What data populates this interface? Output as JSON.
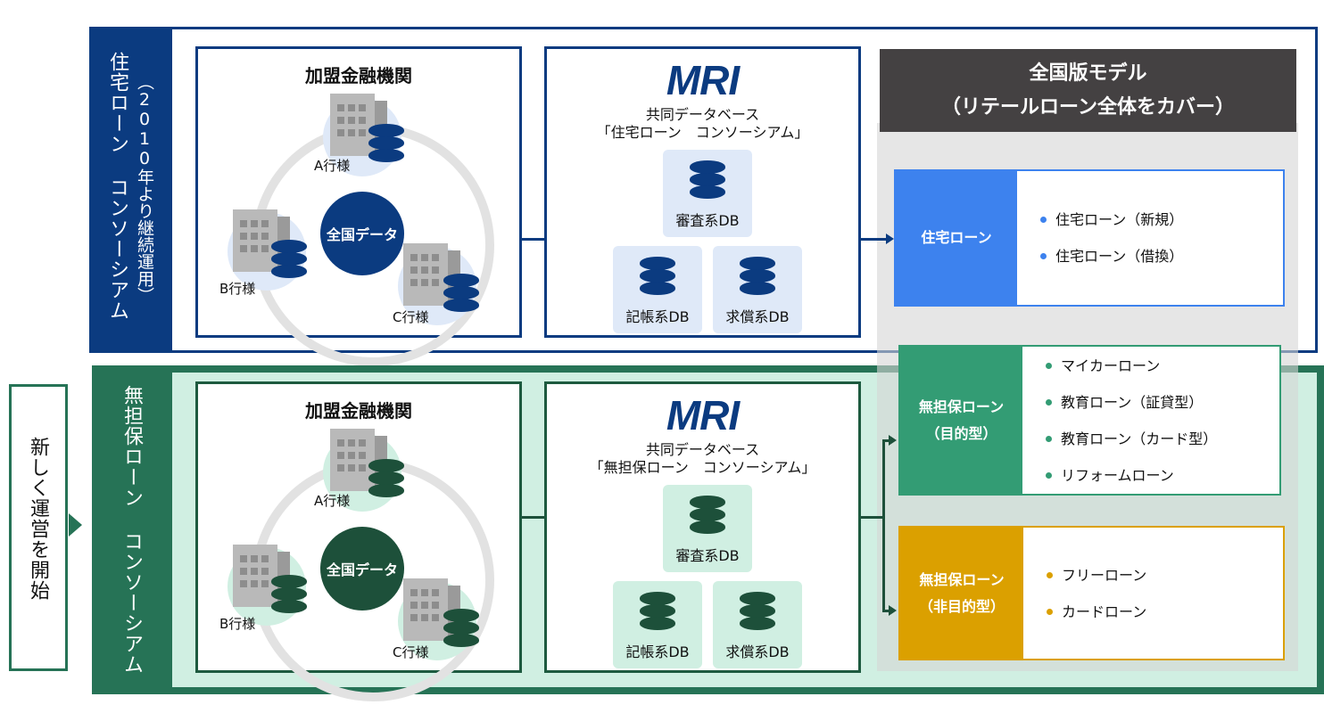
{
  "side_label": "新しく運営を開始",
  "colors": {
    "navy": "#0b3b80",
    "dark_green": "#267356",
    "mint": "#d0efe2",
    "housing_blue": "#3d82ee",
    "purpose_green": "#339c74",
    "nonpurpose_gold": "#dba000",
    "header_dark": "#444142"
  },
  "housing_consortium": {
    "title": "住宅ローン コンソーシアム",
    "subtitle": "（2010年より継続運用）",
    "members_panel": {
      "title": "加盟金融機関",
      "center": "全国データ",
      "banks": [
        "A行様",
        "B行様",
        "C行様"
      ]
    },
    "shared_db": {
      "logo": "MRI",
      "line1": "共同データベース",
      "line2": "「住宅ローン　コンソーシアム」",
      "dbs": [
        "審査系DB",
        "記帳系DB",
        "求償系DB"
      ]
    }
  },
  "unsecured_consortium": {
    "title": "無担保ローン コンソーシアム",
    "members_panel": {
      "title": "加盟金融機関",
      "center": "全国データ",
      "banks": [
        "A行様",
        "B行様",
        "C行様"
      ]
    },
    "shared_db": {
      "logo": "MRI",
      "line1": "共同データベース",
      "line2": "「無担保ローン　コンソーシアム」",
      "dbs": [
        "審査系DB",
        "記帳系DB",
        "求償系DB"
      ]
    }
  },
  "national_model": {
    "title_line1": "全国版モデル",
    "title_line2": "（リテールローン全体をカバー）",
    "categories": [
      {
        "name_line1": "住宅ローン",
        "name_line2": "",
        "items": [
          "住宅ローン（新規）",
          "住宅ローン（借換）"
        ]
      },
      {
        "name_line1": "無担保ローン",
        "name_line2": "（目的型）",
        "items": [
          "マイカーローン",
          "教育ローン（証貸型）",
          "教育ローン（カード型）",
          "リフォームローン"
        ]
      },
      {
        "name_line1": "無担保ローン",
        "name_line2": "（非目的型）",
        "items": [
          "フリーローン",
          "カードローン"
        ]
      }
    ]
  }
}
